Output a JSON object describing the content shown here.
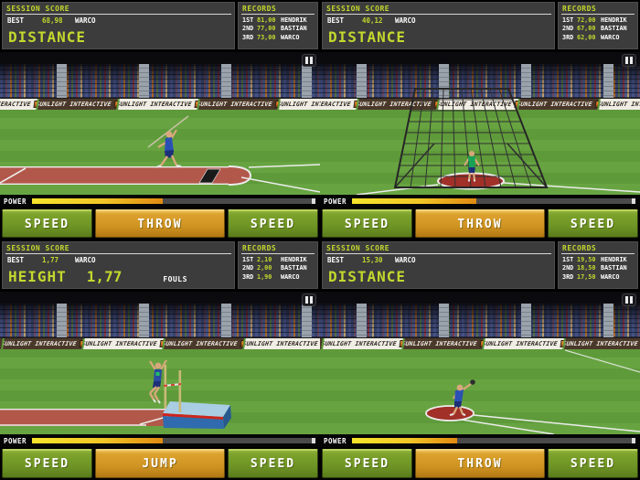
{
  "labels": {
    "session_score": "SESSION SCORE",
    "best": "BEST",
    "records": "RECORDS",
    "power": "POWER",
    "banner_text": "SUNLIGHT INTERACTIVE"
  },
  "colors": {
    "accent": "#c3d82e",
    "button_green": "#6e9324",
    "button_amber": "#cf9322",
    "grass": "#5e9a3a",
    "runway_red": "#b2584a",
    "banner_dark": "#4a382a",
    "banner_light": "#f0ede4"
  },
  "quadrants": [
    {
      "event": "javelin-throw",
      "session": {
        "best_value": "68,98",
        "best_name": "WARCO",
        "metric_label": "DISTANCE",
        "metric_value": "",
        "fouls_label": ""
      },
      "records": [
        {
          "rank": "1ST",
          "value": "81,00",
          "name": "HENDRIK"
        },
        {
          "rank": "2ND",
          "value": "77,00",
          "name": "BASTIAN"
        },
        {
          "rank": "3RD",
          "value": "73,00",
          "name": "WARCO"
        }
      ],
      "power_fill": "46%",
      "buttons": {
        "left": "SPEED",
        "center": "THROW",
        "right": "SPEED"
      }
    },
    {
      "event": "hammer-throw",
      "session": {
        "best_value": "40,12",
        "best_name": "WARCO",
        "metric_label": "DISTANCE",
        "metric_value": "",
        "fouls_label": ""
      },
      "records": [
        {
          "rank": "1ST",
          "value": "72,00",
          "name": "HENDRIK"
        },
        {
          "rank": "2ND",
          "value": "67,00",
          "name": "BASTIAN"
        },
        {
          "rank": "3RD",
          "value": "62,00",
          "name": "WARCO"
        }
      ],
      "power_fill": "44%",
      "buttons": {
        "left": "SPEED",
        "center": "THROW",
        "right": "SPEED"
      }
    },
    {
      "event": "high-jump",
      "session": {
        "best_value": "1,77",
        "best_name": "WARCO",
        "metric_label": "HEIGHT",
        "metric_value": "1,77",
        "fouls_label": "FOULS"
      },
      "records": [
        {
          "rank": "1ST",
          "value": "2,10",
          "name": "HENDRIK"
        },
        {
          "rank": "2ND",
          "value": "2,00",
          "name": "BASTIAN"
        },
        {
          "rank": "3RD",
          "value": "1,90",
          "name": "WARCO"
        }
      ],
      "power_fill": "46%",
      "buttons": {
        "left": "SPEED",
        "center": "JUMP",
        "right": "SPEED"
      }
    },
    {
      "event": "shot-put",
      "session": {
        "best_value": "15,30",
        "best_name": "WARCO",
        "metric_label": "DISTANCE",
        "metric_value": "",
        "fouls_label": ""
      },
      "records": [
        {
          "rank": "1ST",
          "value": "19,50",
          "name": "HENDRIK"
        },
        {
          "rank": "2ND",
          "value": "18,50",
          "name": "BASTIAN"
        },
        {
          "rank": "3RD",
          "value": "17,50",
          "name": "WARCO"
        }
      ],
      "power_fill": "37%",
      "buttons": {
        "left": "SPEED",
        "center": "THROW",
        "right": "SPEED"
      }
    }
  ]
}
